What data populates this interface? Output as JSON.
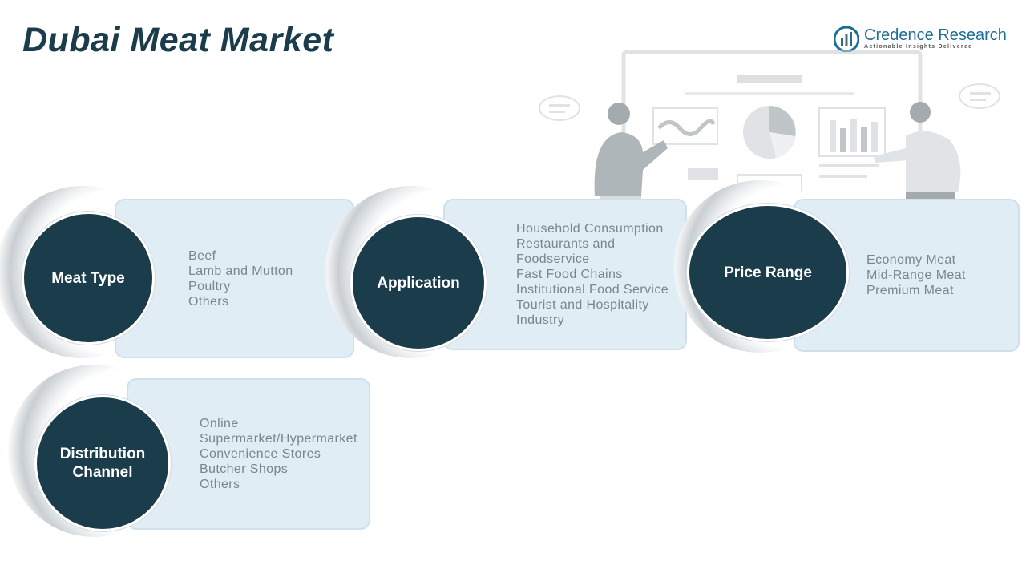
{
  "title": "Dubai Meat Market",
  "logo": {
    "name": "Credence Research",
    "tagline": "Actionable Insights Delivered"
  },
  "colors": {
    "circle": "#1b3c4b",
    "card": "#e0edf5",
    "title": "#1b3c4b",
    "item_text": "#7a858c",
    "brand": "#1e6f95"
  },
  "segments": [
    {
      "heading": "Meat Type",
      "items": [
        "Beef",
        "Lamb and Mutton",
        "Poultry",
        "Others"
      ]
    },
    {
      "heading": "Application",
      "items": [
        "Household Consumption",
        "Restaurants and Foodservice",
        "Fast Food Chains",
        "Institutional Food Service",
        "Tourist and Hospitality Industry"
      ]
    },
    {
      "heading": "Price Range",
      "items": [
        "Economy Meat",
        "Mid-Range Meat",
        "Premium Meat"
      ]
    },
    {
      "heading": "Distribution\nChannel",
      "items": [
        "Online",
        "Supermarket/Hypermarket",
        "Convenience Stores",
        "Butcher Shops",
        "Others"
      ]
    }
  ]
}
